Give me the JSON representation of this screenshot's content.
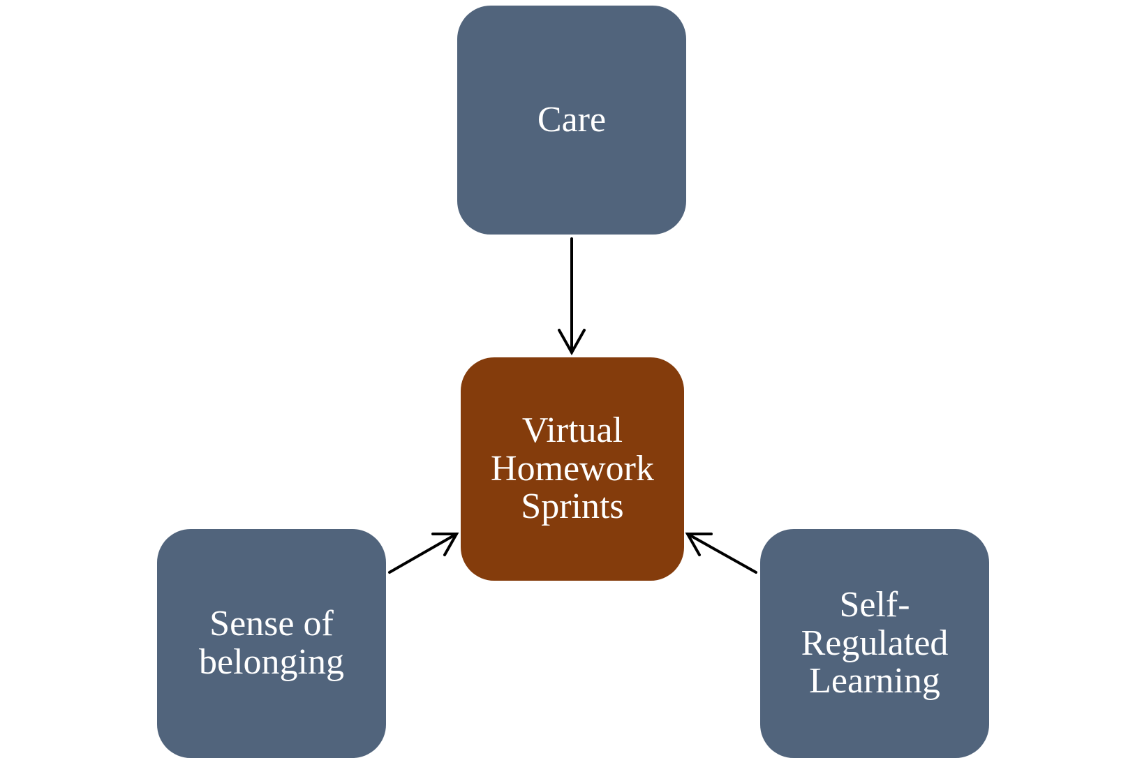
{
  "colors": {
    "outer_box": "#51647c",
    "center_box": "#843c0c",
    "text": "#ffffff",
    "arrow": "#000000"
  },
  "nodes": {
    "care": {
      "label": "Care"
    },
    "center": {
      "label": "Virtual\nHomework\nSprints"
    },
    "belonging": {
      "label": "Sense of\nbelonging"
    },
    "srl": {
      "label": "Self-\nRegulated\nLearning"
    }
  },
  "edges": [
    {
      "from": "care",
      "to": "center"
    },
    {
      "from": "belonging",
      "to": "center"
    },
    {
      "from": "srl",
      "to": "center"
    }
  ]
}
